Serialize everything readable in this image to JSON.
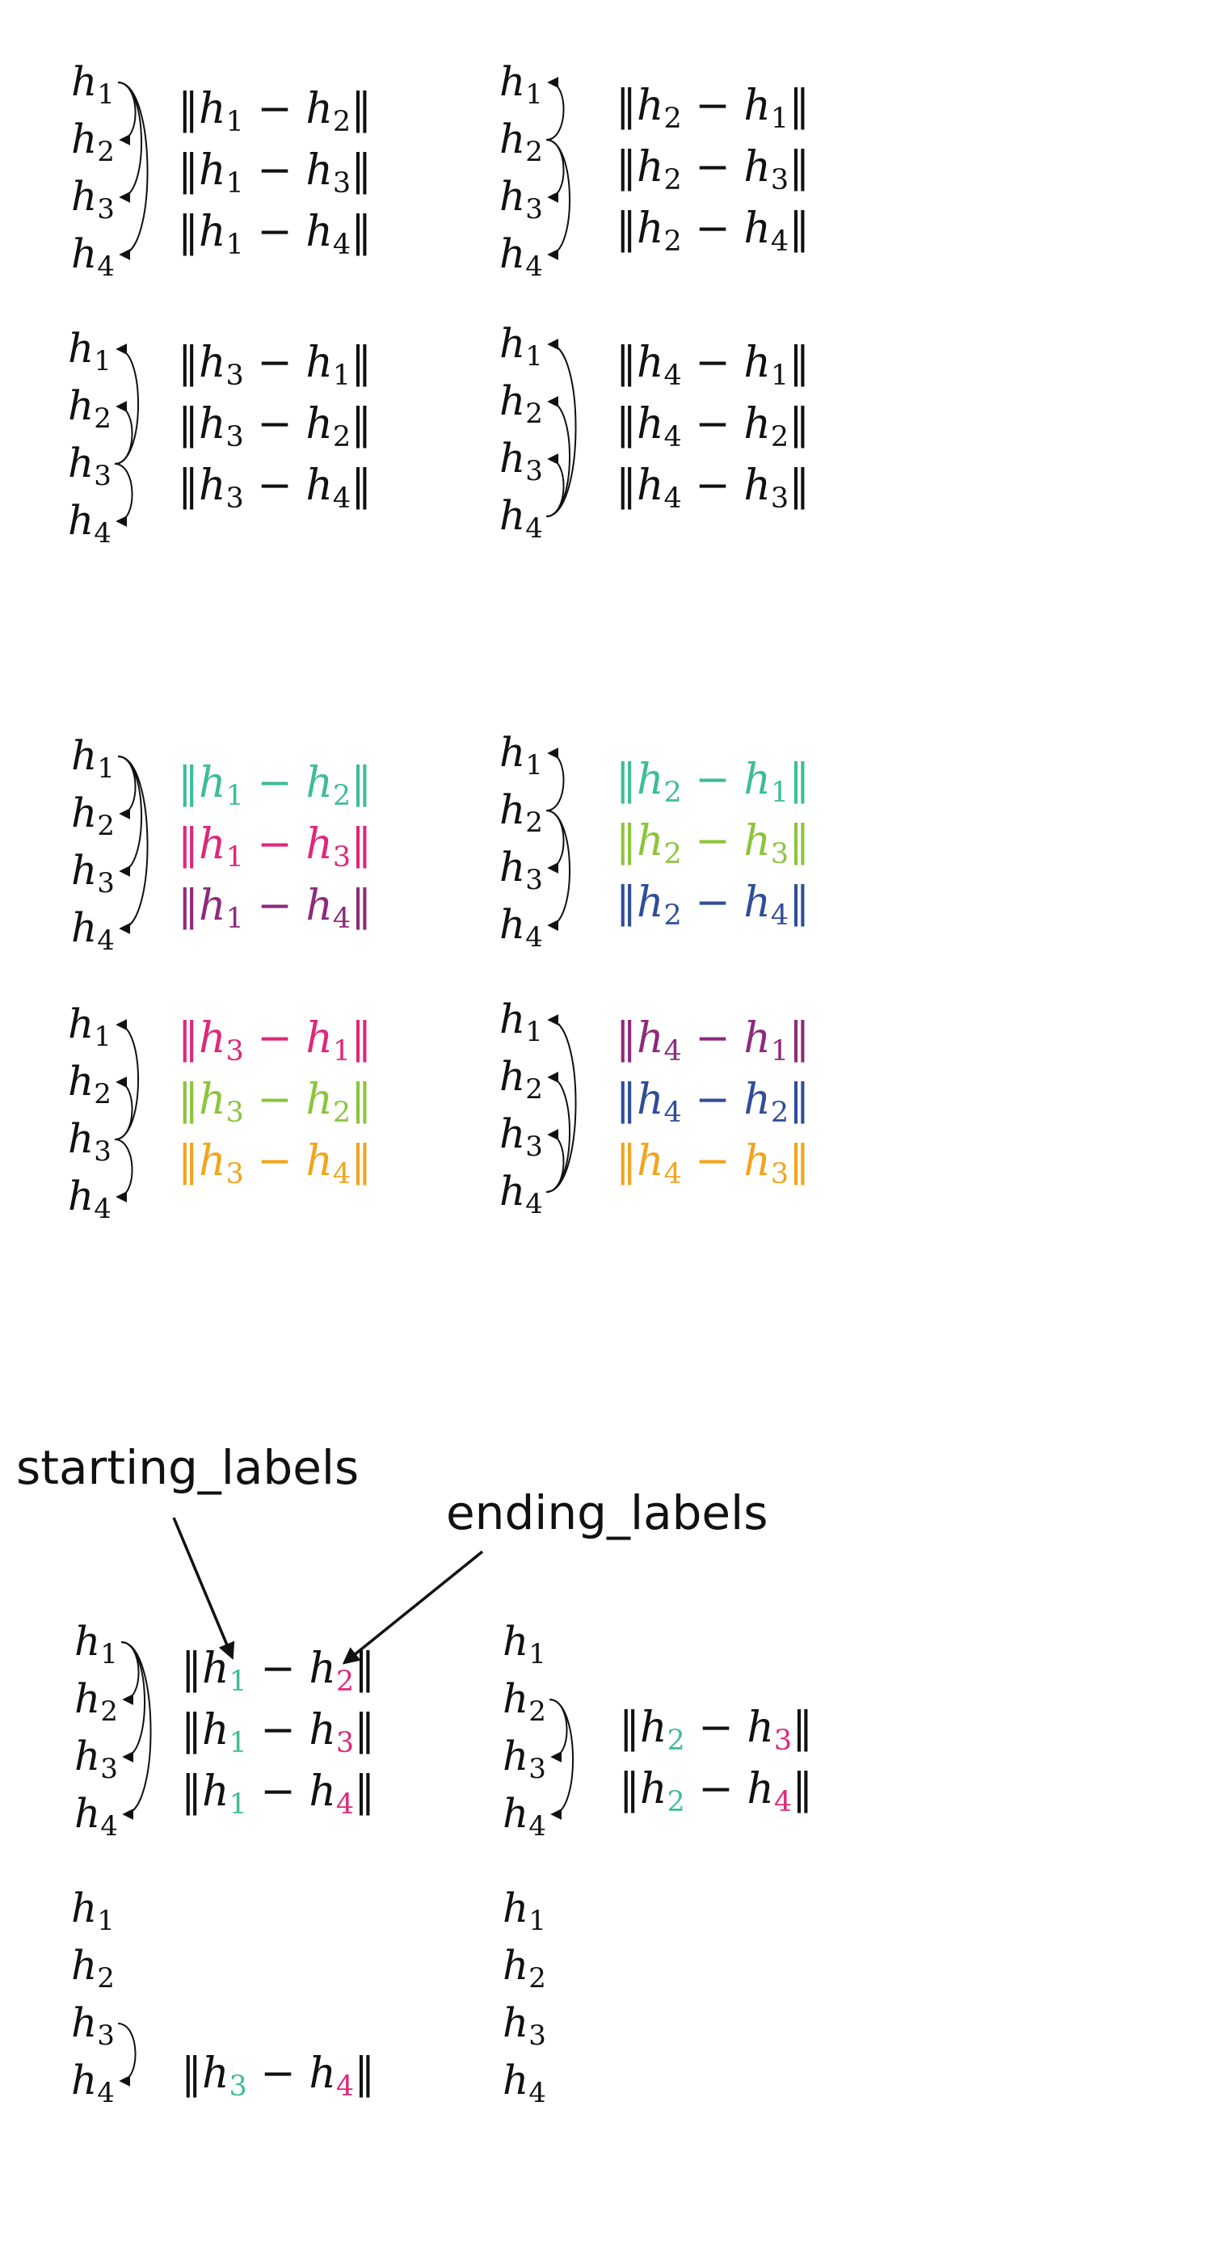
{
  "colors": {
    "black": "#111111",
    "teal": "#3dbd98",
    "magenta": "#e0277a",
    "purple": "#8e2a7c",
    "green": "#8cc43c",
    "navy": "#2f4d9a",
    "orange": "#f2a41e"
  },
  "annotations": {
    "starting_labels": "starting_labels",
    "ending_labels": "ending_labels"
  },
  "panels": [
    {
      "id": "p1",
      "node_labels": [
        "h",
        "h",
        "h",
        "h"
      ],
      "node_subscripts": [
        "1",
        "2",
        "3",
        "4"
      ],
      "source": 1,
      "targets": [
        2,
        3,
        4
      ],
      "terms": [
        {
          "a": "1",
          "b": "2"
        },
        {
          "a": "1",
          "b": "3"
        },
        {
          "a": "1",
          "b": "4"
        }
      ]
    },
    {
      "id": "p2",
      "node_labels": [
        "h",
        "h",
        "h",
        "h"
      ],
      "node_subscripts": [
        "1",
        "2",
        "3",
        "4"
      ],
      "source": 2,
      "targets": [
        1,
        3,
        4
      ],
      "terms": [
        {
          "a": "2",
          "b": "1"
        },
        {
          "a": "2",
          "b": "3"
        },
        {
          "a": "2",
          "b": "4"
        }
      ]
    },
    {
      "id": "p3",
      "node_labels": [
        "h",
        "h",
        "h",
        "h"
      ],
      "node_subscripts": [
        "1",
        "2",
        "3",
        "4"
      ],
      "source": 3,
      "targets": [
        1,
        2,
        4
      ],
      "terms": [
        {
          "a": "3",
          "b": "1"
        },
        {
          "a": "3",
          "b": "2"
        },
        {
          "a": "3",
          "b": "4"
        }
      ]
    },
    {
      "id": "p4",
      "node_labels": [
        "h",
        "h",
        "h",
        "h"
      ],
      "node_subscripts": [
        "1",
        "2",
        "3",
        "4"
      ],
      "source": 4,
      "targets": [
        1,
        2,
        3
      ],
      "terms": [
        {
          "a": "4",
          "b": "1"
        },
        {
          "a": "4",
          "b": "2"
        },
        {
          "a": "4",
          "b": "3"
        }
      ]
    },
    {
      "id": "p5",
      "node_labels": [
        "h",
        "h",
        "h",
        "h"
      ],
      "node_subscripts": [
        "1",
        "2",
        "3",
        "4"
      ],
      "source": 1,
      "targets": [
        2,
        3,
        4
      ],
      "terms": [
        {
          "a": "1",
          "b": "2",
          "color": "teal"
        },
        {
          "a": "1",
          "b": "3",
          "color": "magenta"
        },
        {
          "a": "1",
          "b": "4",
          "color": "purple"
        }
      ]
    },
    {
      "id": "p6",
      "node_labels": [
        "h",
        "h",
        "h",
        "h"
      ],
      "node_subscripts": [
        "1",
        "2",
        "3",
        "4"
      ],
      "source": 2,
      "targets": [
        1,
        3,
        4
      ],
      "terms": [
        {
          "a": "2",
          "b": "1",
          "color": "teal"
        },
        {
          "a": "2",
          "b": "3",
          "color": "green"
        },
        {
          "a": "2",
          "b": "4",
          "color": "navy"
        }
      ]
    },
    {
      "id": "p7",
      "node_labels": [
        "h",
        "h",
        "h",
        "h"
      ],
      "node_subscripts": [
        "1",
        "2",
        "3",
        "4"
      ],
      "source": 3,
      "targets": [
        1,
        2,
        4
      ],
      "terms": [
        {
          "a": "3",
          "b": "1",
          "color": "magenta"
        },
        {
          "a": "3",
          "b": "2",
          "color": "green"
        },
        {
          "a": "3",
          "b": "4",
          "color": "orange"
        }
      ]
    },
    {
      "id": "p8",
      "node_labels": [
        "h",
        "h",
        "h",
        "h"
      ],
      "node_subscripts": [
        "1",
        "2",
        "3",
        "4"
      ],
      "source": 4,
      "targets": [
        1,
        2,
        3
      ],
      "terms": [
        {
          "a": "4",
          "b": "1",
          "color": "purple"
        },
        {
          "a": "4",
          "b": "2",
          "color": "navy"
        },
        {
          "a": "4",
          "b": "3",
          "color": "orange"
        }
      ]
    },
    {
      "id": "p9",
      "node_labels": [
        "h",
        "h",
        "h",
        "h"
      ],
      "node_subscripts": [
        "1",
        "2",
        "3",
        "4"
      ],
      "source": 1,
      "targets": [
        2,
        3,
        4
      ],
      "terms": [
        {
          "a": "1",
          "b": "2",
          "a_color": "teal",
          "b_color": "magenta"
        },
        {
          "a": "1",
          "b": "3",
          "a_color": "teal",
          "b_color": "magenta"
        },
        {
          "a": "1",
          "b": "4",
          "a_color": "teal",
          "b_color": "magenta"
        }
      ]
    },
    {
      "id": "p10",
      "node_labels": [
        "h",
        "h",
        "h",
        "h"
      ],
      "node_subscripts": [
        "1",
        "2",
        "3",
        "4"
      ],
      "source": 2,
      "targets": [
        3,
        4
      ],
      "terms": [
        {
          "a": "2",
          "b": "3",
          "a_color": "teal",
          "b_color": "magenta"
        },
        {
          "a": "2",
          "b": "4",
          "a_color": "teal",
          "b_color": "magenta"
        }
      ]
    },
    {
      "id": "p11",
      "node_labels": [
        "h",
        "h",
        "h",
        "h"
      ],
      "node_subscripts": [
        "1",
        "2",
        "3",
        "4"
      ],
      "source": 3,
      "targets": [
        4
      ],
      "terms": [
        {
          "a": "3",
          "b": "4",
          "a_color": "teal",
          "b_color": "magenta"
        }
      ]
    },
    {
      "id": "p12",
      "node_labels": [
        "h",
        "h",
        "h",
        "h"
      ],
      "node_subscripts": [
        "1",
        "2",
        "3",
        "4"
      ],
      "source": 4,
      "targets": [],
      "terms": []
    }
  ]
}
